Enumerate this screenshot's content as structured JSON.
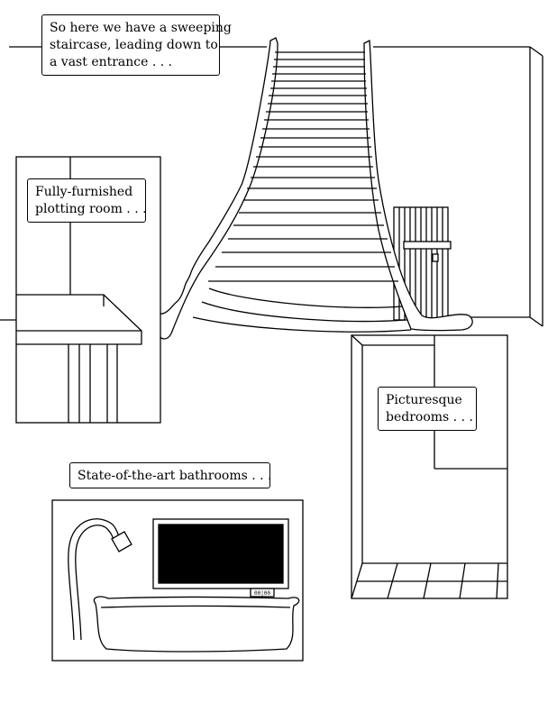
{
  "page": {
    "background": "#ffffff",
    "ink": "#000000"
  },
  "captions": {
    "staircase": {
      "lines": [
        "So here we have a sweeping",
        "staircase, leading down to",
        "a vast entrance . . ."
      ]
    },
    "plotting_room": {
      "lines": [
        "Fully-furnished",
        "plotting room . . ."
      ]
    },
    "bedrooms": {
      "lines": [
        "Picturesque",
        "bedrooms . . ."
      ]
    },
    "bathrooms": {
      "lines": [
        "State-of-the-art bathrooms . . ."
      ]
    }
  },
  "bathtub_panel": {
    "control_label": "00|00"
  }
}
